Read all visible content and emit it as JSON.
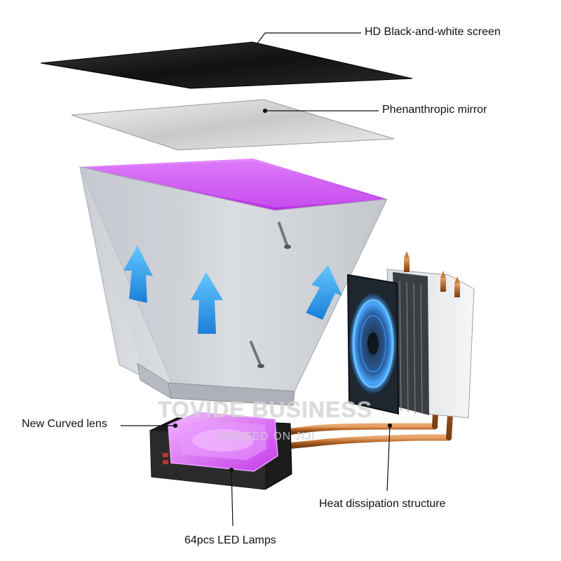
{
  "labels": {
    "screen": "HD  Black-and-white screen",
    "mirror": "Phenanthropic mirror",
    "lens": "New Curved lens",
    "heat": "Heat dissipation structure",
    "led": "64pcs LED Lamps"
  },
  "watermark": {
    "main": "TOVIDE BUSINESS",
    "sub": "POSTED ON JIJI"
  },
  "colors": {
    "screen": "#1a1a1a",
    "mirror": "#d8d8d8",
    "funnel": "#c2c6cc",
    "uv_glow": "#c640f0",
    "arrow": "#2fa6ee",
    "fan_ring": "#1e8dff",
    "copper": "#c77d3c",
    "leader_line": "#111111"
  },
  "icons": [
    "up-arrow-icon",
    "fan-icon"
  ]
}
